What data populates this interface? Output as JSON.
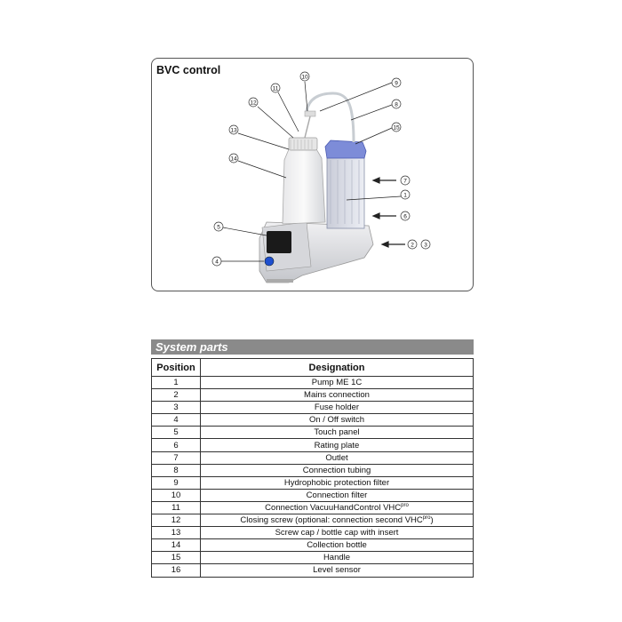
{
  "figure": {
    "title": "BVC control",
    "callouts": [
      {
        "id": "c10",
        "label": "10"
      },
      {
        "id": "c9",
        "label": "9"
      },
      {
        "id": "c11",
        "label": "11"
      },
      {
        "id": "c12",
        "label": "12"
      },
      {
        "id": "c8",
        "label": "8"
      },
      {
        "id": "c13",
        "label": "13"
      },
      {
        "id": "c15",
        "label": "15"
      },
      {
        "id": "c14",
        "label": "14"
      },
      {
        "id": "c7",
        "label": "7"
      },
      {
        "id": "c1",
        "label": "1"
      },
      {
        "id": "c6",
        "label": "6"
      },
      {
        "id": "c5",
        "label": "5"
      },
      {
        "id": "c2",
        "label": "2"
      },
      {
        "id": "c3",
        "label": "3"
      },
      {
        "id": "c4",
        "label": "4"
      }
    ]
  },
  "table": {
    "title": "System parts",
    "headers": {
      "position": "Position",
      "designation": "Designation"
    },
    "rows": [
      {
        "position": "1",
        "designation": "Pump ME 1C"
      },
      {
        "position": "2",
        "designation": "Mains connection"
      },
      {
        "position": "3",
        "designation": "Fuse holder"
      },
      {
        "position": "4",
        "designation": "On / Off switch"
      },
      {
        "position": "5",
        "designation": "Touch panel"
      },
      {
        "position": "6",
        "designation": "Rating plate"
      },
      {
        "position": "7",
        "designation": "Outlet"
      },
      {
        "position": "8",
        "designation": "Connection tubing"
      },
      {
        "position": "9",
        "designation": "Hydrophobic protection filter"
      },
      {
        "position": "10",
        "designation": "Connection filter"
      },
      {
        "position": "11",
        "designation": "Connection VacuuHandControl VHC",
        "sup": "pro",
        "after": ""
      },
      {
        "position": "12",
        "designation": "Closing screw (optional: connection second VHC",
        "sup": "pro",
        "after": ")"
      },
      {
        "position": "13",
        "designation": "Screw cap / bottle cap with insert"
      },
      {
        "position": "14",
        "designation": "Collection bottle"
      },
      {
        "position": "15",
        "designation": "Handle"
      },
      {
        "position": "16",
        "designation": "Level sensor"
      }
    ]
  }
}
